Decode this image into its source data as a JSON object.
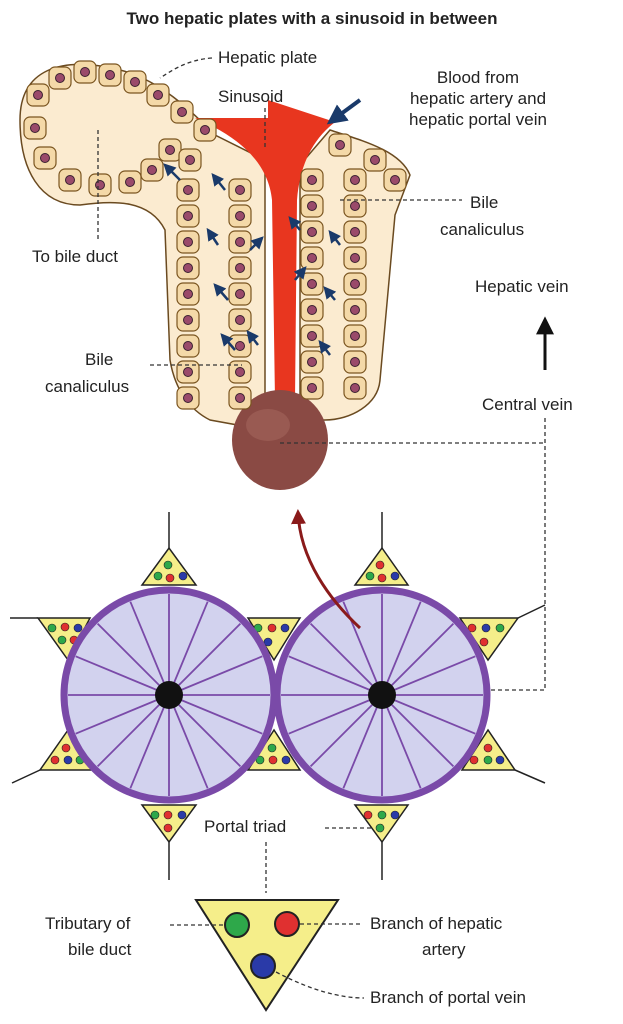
{
  "title": "Two hepatic plates with a sinusoid in between",
  "labels": {
    "hepatic_plate": "Hepatic plate",
    "sinusoid": "Sinusoid",
    "blood_from": [
      "Blood from",
      "hepatic artery and",
      "hepatic portal vein"
    ],
    "bile_canaliculus_right": [
      "Bile",
      "canaliculus"
    ],
    "to_bile_duct": "To bile duct",
    "hepatic_vein": "Hepatic vein",
    "bile_canaliculus_left": [
      "Bile",
      "canaliculus"
    ],
    "central_vein": "Central vein",
    "portal_triad": "Portal triad",
    "tributary_of_bile_duct": [
      "Tributary of",
      "bile duct"
    ],
    "branch_of_hepatic_artery": [
      "Branch of hepatic",
      "artery"
    ],
    "branch_of_portal_vein": "Branch of portal vein"
  },
  "colors": {
    "cell_fill": "#f4d9a8",
    "plate_fill": "#fbebd0",
    "sinusoid": "#e8361f",
    "central_vein": "#8a4a44",
    "lobule_fill": "#d2d2ee",
    "lobule_border": "#7a4aa8",
    "triad_fill": "#f5ee8a",
    "bile_duct": "#2ea84a",
    "artery": "#e03030",
    "portal_vein": "#2a3aa8",
    "arrows": "#1a3a6a",
    "curved_arrow": "#8a1a1a"
  }
}
